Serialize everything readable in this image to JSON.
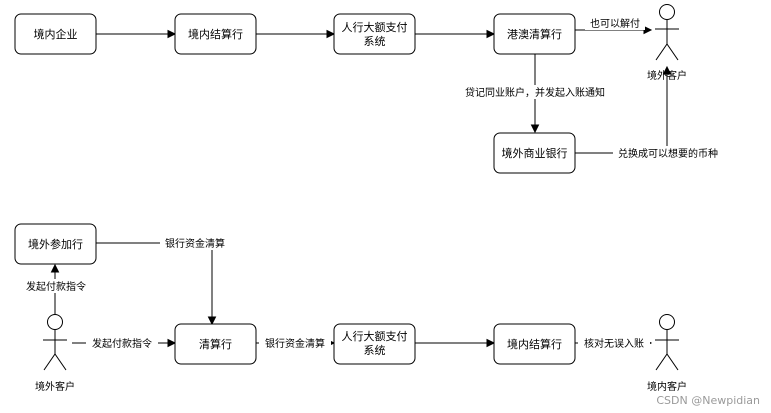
{
  "top_flow": {
    "nodes": {
      "domestic_enterprise": "境内企业",
      "domestic_settlement_bank": "境内结算行",
      "cnaps_hvps": [
        "人行大额支付",
        "系统"
      ],
      "hk_macau_clearing_bank": "港澳清算行",
      "overseas_commercial_bank": "境外商业银行",
      "overseas_client": "境外客户"
    },
    "edges": {
      "can_also_pay": "也可以解付",
      "credit_interbank_account": "贷记同业账户，并发起入账通知",
      "exchange_currency": "兑换成可以想要的币种"
    }
  },
  "bottom_flow": {
    "nodes": {
      "overseas_participating_bank": "境外参加行",
      "overseas_client": "境外客户",
      "clearing_bank": "清算行",
      "cnaps_hvps": [
        "人行大额支付",
        "系统"
      ],
      "domestic_settlement_bank": "境内结算行",
      "domestic_client": "境内客户"
    },
    "edges": {
      "initiate_payment_up": "发起付款指令",
      "initiate_payment_right": "发起付款指令",
      "bank_fund_clearing_top": "银行资金清算",
      "bank_fund_clearing_mid": "银行资金清算",
      "verify_and_credit": "核对无误入账"
    }
  },
  "watermark": "CSDN @Newpidian"
}
